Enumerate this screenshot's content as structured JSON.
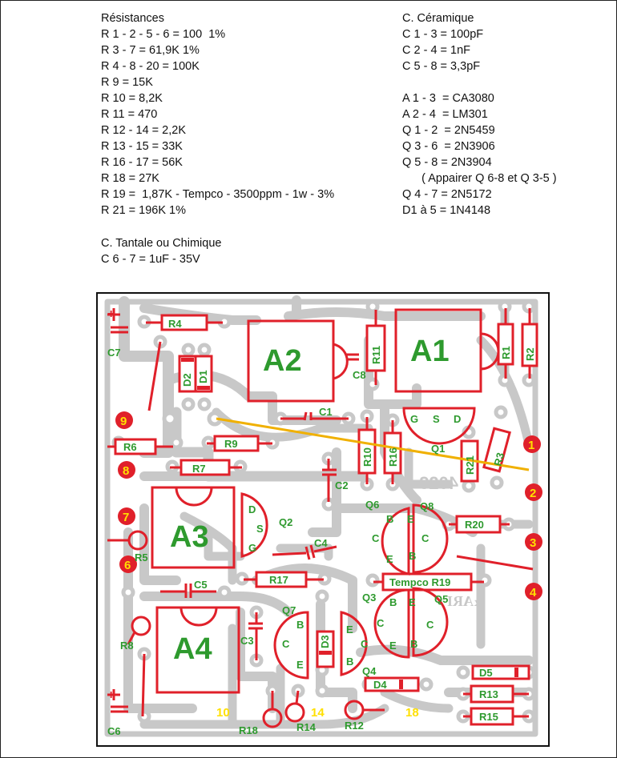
{
  "bom": {
    "left": [
      "Résistances",
      "R 1 - 2 - 5 - 6 = 100  1%",
      "R 3 - 7 = 61,9K 1%",
      "R 4 - 8 - 20 = 100K",
      "R 9 = 15K",
      "R 10 = 8,2K",
      "R 11 = 470",
      "R 12 - 14 = 2,2K",
      "R 13 - 15 = 33K",
      "R 16 - 17 = 56K",
      "R 18 = 27K",
      "R 19 =  1,87K - Tempco - 3500ppm - 1w - 3%",
      "R 21 = 196K 1%"
    ],
    "right": [
      "C. Céramique",
      "C 1 - 3 = 100pF",
      "C 2 - 4 = 1nF",
      "C 5 - 8 = 3,3pF",
      "",
      "A 1 - 3  = CA3080",
      "A 2 - 4  = LM301",
      "Q 1 - 2  = 2N5459",
      "Q 3 - 6  = 2N3906",
      "Q 5 - 8 = 2N3904",
      "      ( Appairer Q 6-8 et Q 3-5 )",
      "Q 4 - 7 = 2N5172",
      "D1 à 5 = 1N4148"
    ],
    "tantale": [
      "C. Tantale ou Chimique",
      "C 6 - 7 = 1uF - 35V"
    ]
  },
  "board": {
    "ics": [
      "A1",
      "A2",
      "A3",
      "A4"
    ],
    "resistors": [
      "R1",
      "R2",
      "R3",
      "R4",
      "R5",
      "R6",
      "R7",
      "R8",
      "R9",
      "R10",
      "R11",
      "R12",
      "R13",
      "R14",
      "R15",
      "R16",
      "R17",
      "R18",
      "R20",
      "R21"
    ],
    "tempco_label": "Tempco  R19",
    "capacitors": [
      "C1",
      "C2",
      "C3",
      "C4",
      "C5",
      "C6",
      "C7",
      "C8"
    ],
    "transistors": [
      "Q1",
      "Q2",
      "Q3",
      "Q4",
      "Q5",
      "Q6",
      "Q7",
      "Q8"
    ],
    "diodes": [
      "D1",
      "D2",
      "D3",
      "D4",
      "D5"
    ],
    "pins": [
      "1",
      "2",
      "3",
      "4",
      "6",
      "7",
      "8",
      "9",
      "10",
      "14",
      "18"
    ],
    "jfet_pins": [
      "G",
      "S",
      "D"
    ],
    "bjt_pins": [
      "B",
      "C",
      "E"
    ],
    "board_number": "4023",
    "mark": "&ARI",
    "polarity": "+",
    "colors": {
      "trace": "#c8c8c8",
      "component": "#e0202a",
      "label": "#2e9a2e",
      "pin": "#ffe000",
      "jumper": "#f0b000"
    }
  }
}
